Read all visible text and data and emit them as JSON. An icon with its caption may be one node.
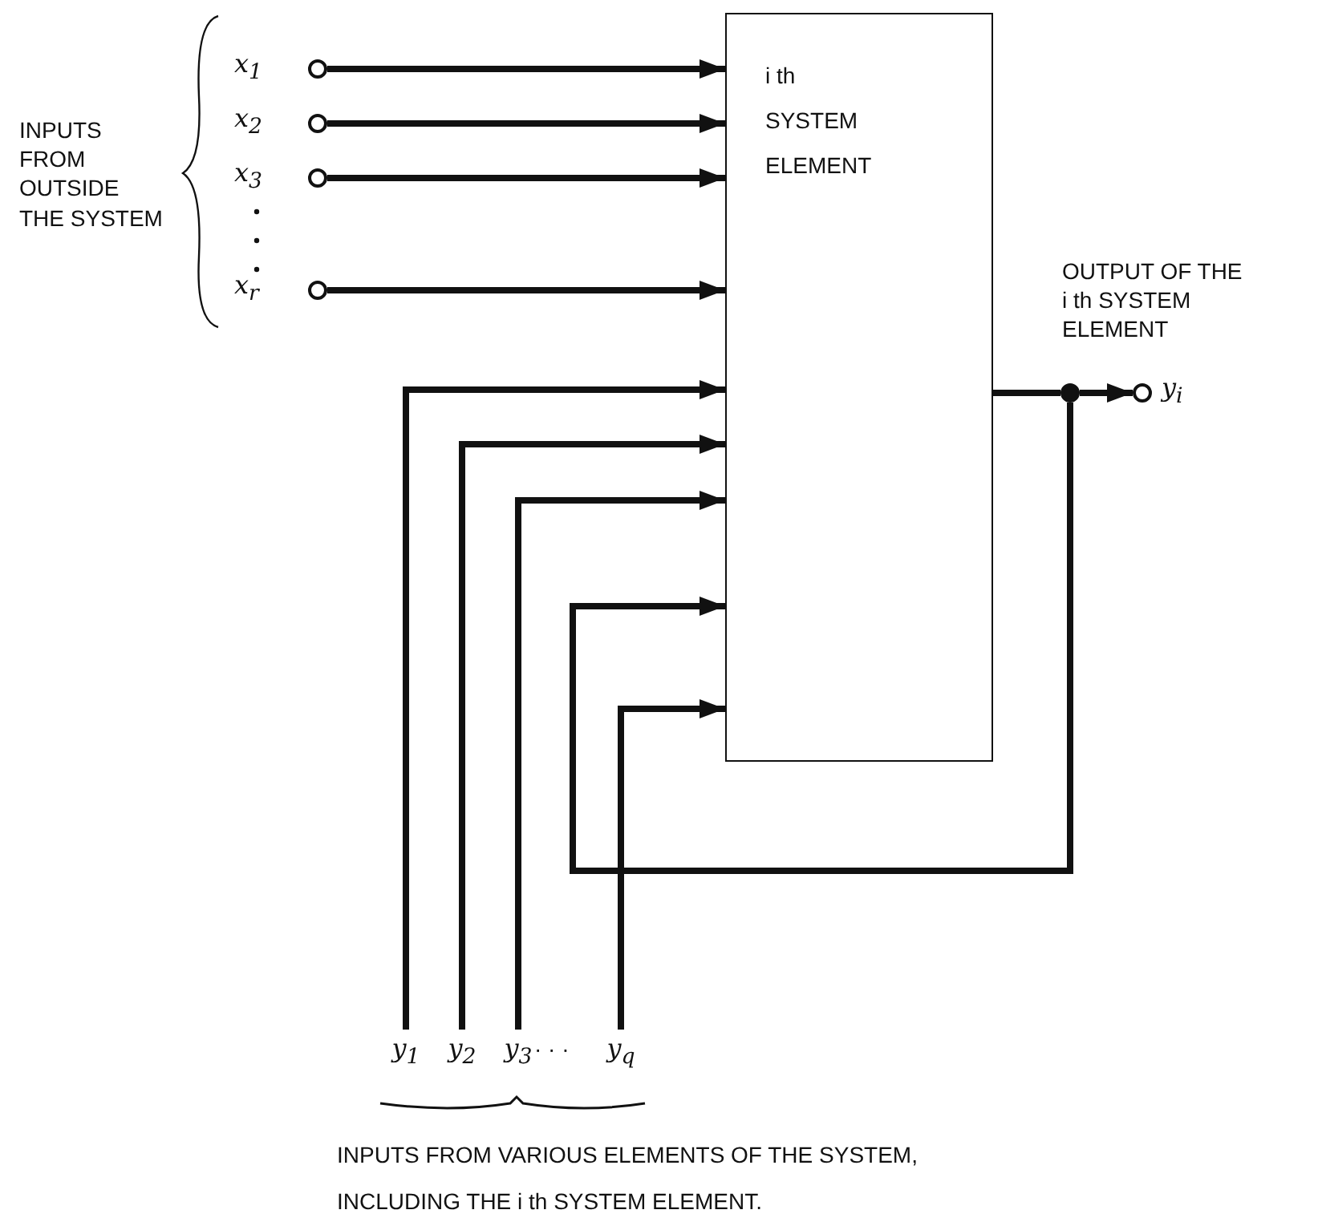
{
  "diagram": {
    "nodes": [
      {
        "text": [
          "i th SYSTEM ELEMENT"
        ]
      },
      {
        "text": [],
        "shape": "circle",
        "beside": [
          "x$_{1}$"
        ]
      },
      {
        "text": [],
        "shape": "circle",
        "beside": [
          "x$_{2}$"
        ]
      },
      {
        "text": [],
        "shape": "circle",
        "beside": [
          "x$_{3}$"
        ]
      },
      {
        "text": [],
        "shape": "circle",
        "beside": [
          "x$_{r}$"
        ]
      },
      {
        "text": [
          "y$_{1}$"
        ]
      },
      {
        "text": [
          "y$_{2}$"
        ]
      },
      {
        "text": [
          "y$_{3}$"
        ]
      },
      {
        "text": [
          "y$_{q}$"
        ]
      },
      {
        "text": [],
        "shape": "dot"
      },
      {
        "text": [],
        "shape": "circle",
        "beside": [
          "y$_{i}$"
        ]
      }
    ],
    "edges": [
      {
        "from": 1,
        "to": 0,
        "arrow": "to"
      },
      {
        "from": 2,
        "to": 0,
        "arrow": "to"
      },
      {
        "from": 3,
        "to": 0,
        "arrow": "to"
      },
      {
        "from": 4,
        "to": 0,
        "arrow": "to"
      },
      {
        "from": 5,
        "to": 0,
        "arrow": "to"
      },
      {
        "from": 6,
        "to": 0,
        "arrow": "to"
      },
      {
        "from": 7,
        "to": 0,
        "arrow": "to"
      },
      {
        "from": 8,
        "to": 0,
        "arrow": "to"
      },
      {
        "from": 0,
        "to": 9,
        "arrow": "none"
      },
      {
        "from": 9,
        "to": 10,
        "arrow": "to"
      },
      {
        "from": 9,
        "to": 0,
        "arrow": "to"
      }
    ],
    "labels": [
      "INPUTS FROM OUTSIDE THE SYSTEM",
      "OUTPUT OF THE i th SYSTEM ELEMENT",
      "· · ·",
      "INPUTS FROM VARIOUS ELEMENTS OF THE SYSTEM, INCLUDING THE i th SYSTEM ELEMENT."
    ]
  }
}
